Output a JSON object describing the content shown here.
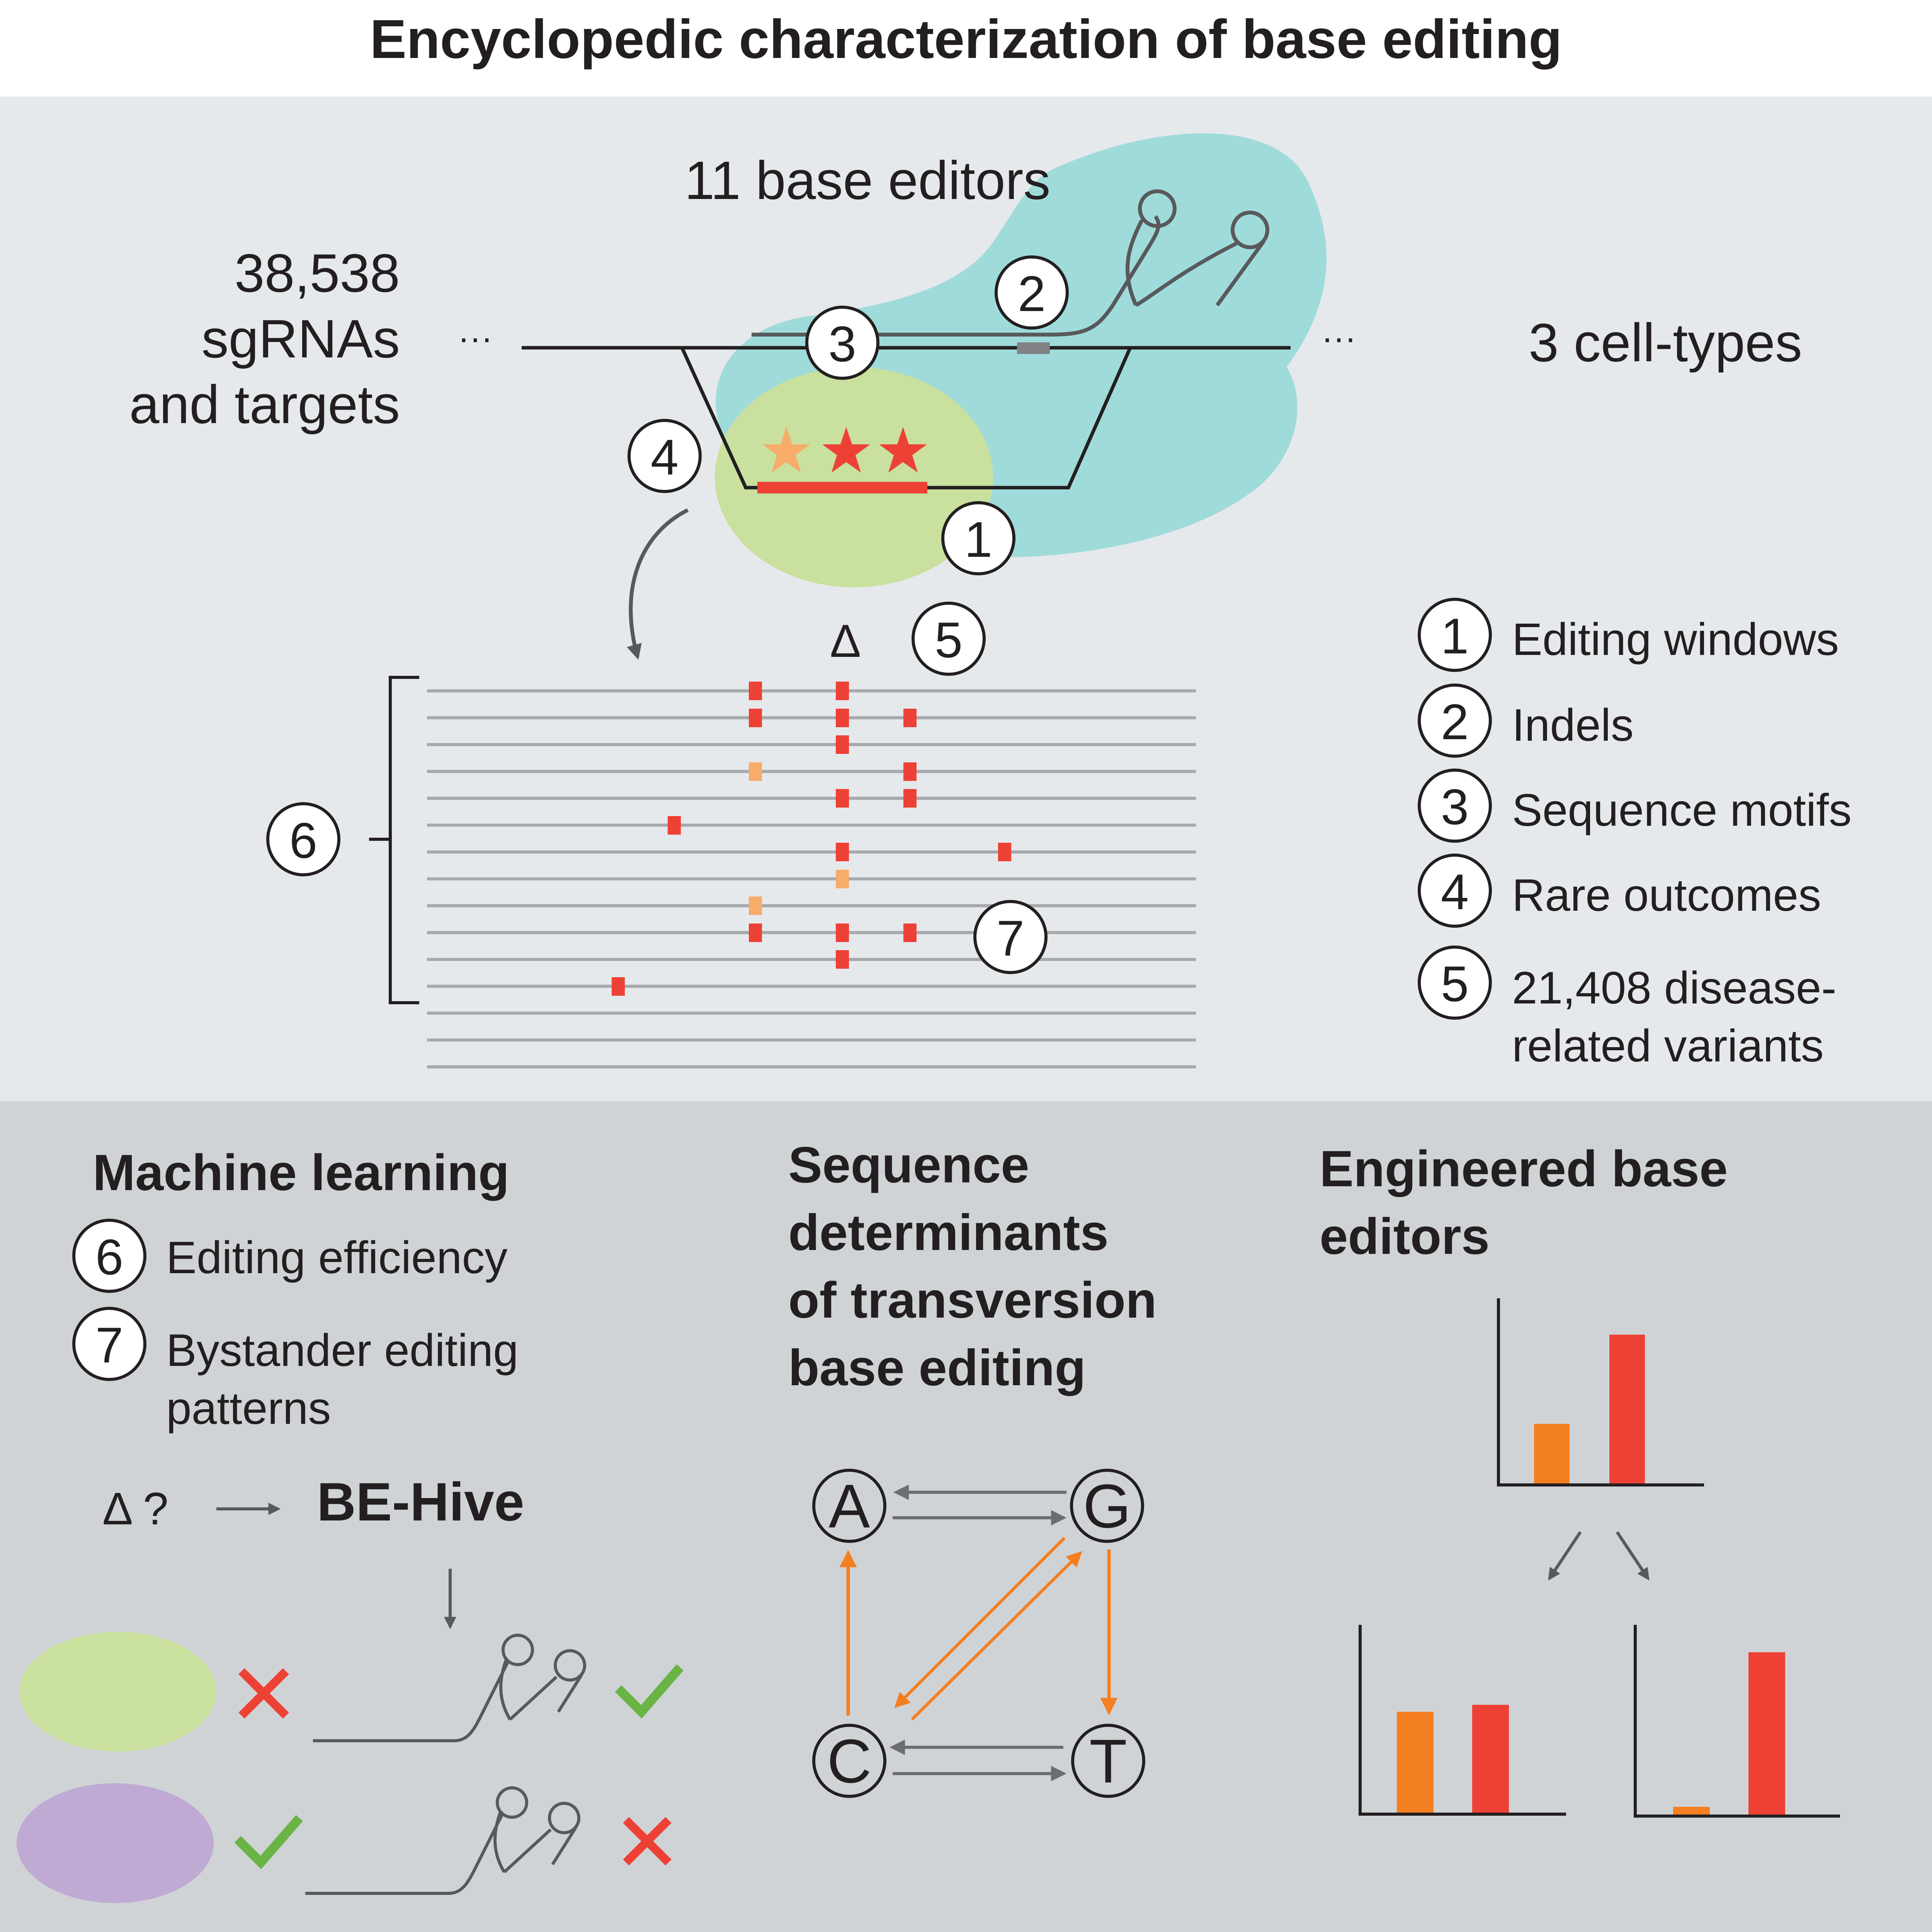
{
  "title": "Encyclopedic characterization of base editing",
  "top": {
    "sgrna_count": "38,538",
    "sgrna_line2": "sgRNAs",
    "sgrna_line3": "and targets",
    "editors": "11 base editors",
    "cell_types": "3 cell-types",
    "ellipsis": "···",
    "delta": "Δ",
    "legend": [
      {
        "num": "1",
        "label": "Editing windows"
      },
      {
        "num": "2",
        "label": "Indels"
      },
      {
        "num": "3",
        "label": "Sequence motifs"
      },
      {
        "num": "4",
        "label": "Rare outcomes"
      },
      {
        "num": "5",
        "label": "21,408 disease-",
        "label2": "related variants"
      }
    ]
  },
  "bottom": {
    "ml": {
      "heading": "Machine learning",
      "item6_num": "6",
      "item6": "Editing efficiency",
      "item7_num": "7",
      "item7a": "Bystander editing",
      "item7b": "patterns",
      "delta_q": "Δ ?",
      "behive": "BE-Hive"
    },
    "seq": {
      "heading": [
        "Sequence",
        "determinants",
        "of transversion",
        "base editing"
      ],
      "nodes": [
        "A",
        "G",
        "C",
        "T"
      ]
    },
    "eng": {
      "heading": [
        "Engineered base",
        "editors"
      ]
    }
  },
  "chart_data": [
    {
      "type": "bar",
      "categories": [
        "orange",
        "red"
      ],
      "values": [
        0.4,
        1.0
      ]
    },
    {
      "type": "bar",
      "categories": [
        "orange",
        "red"
      ],
      "values": [
        0.58,
        0.62
      ]
    },
    {
      "type": "bar",
      "categories": [
        "orange",
        "red"
      ],
      "values": [
        0.05,
        1.05
      ]
    }
  ],
  "colors": {
    "top_bg": "#e6e9ec",
    "bottom_bg": "#d0d3d6",
    "teal": "#a0dbdb",
    "green": "#c9e09f",
    "purple": "#bfaad3",
    "red": "#ee4136",
    "orange": "#f47f21",
    "light_orange": "#f7ac6a",
    "check_green": "#6ab446",
    "grey_arrow": "#6d6e71"
  }
}
